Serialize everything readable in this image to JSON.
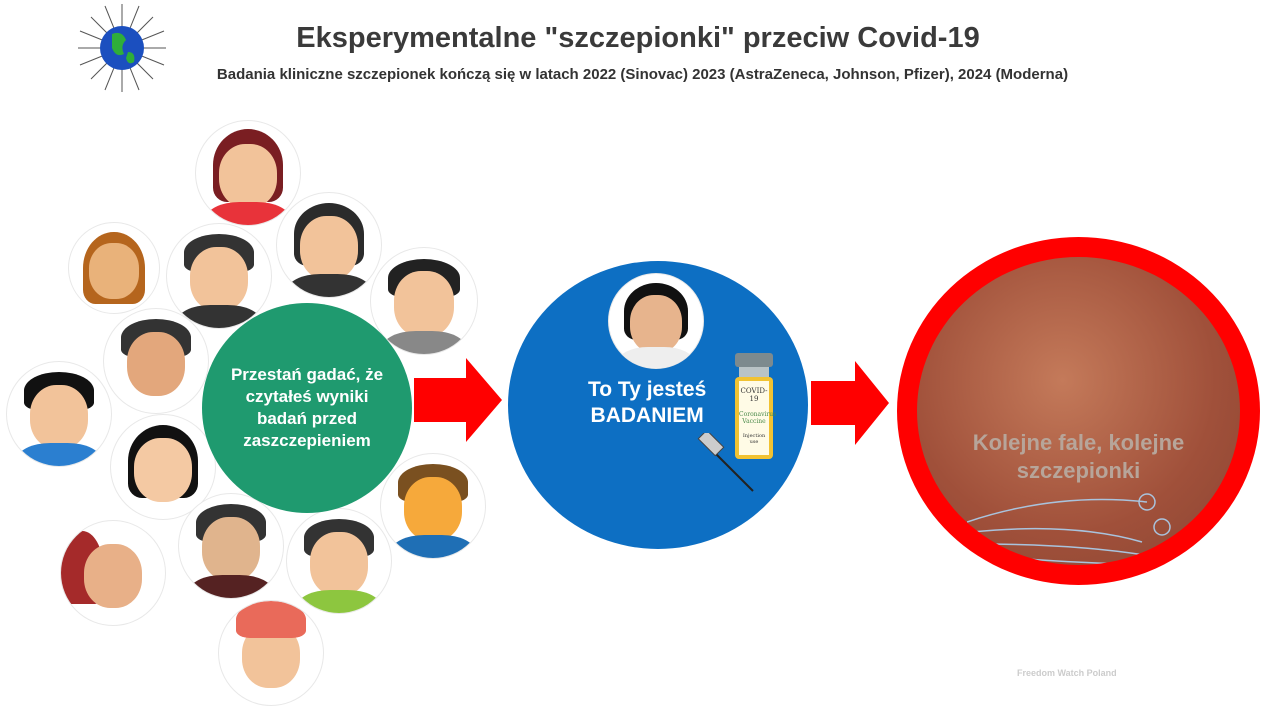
{
  "header": {
    "title": "Eksperymentalne \"szczepionki\" przeciw Covid-19",
    "subtitle": "Badania kliniczne szczepionek kończą się w latach 2022 (Sinovac) 2023 (AstraZeneca, Johnson, Pfizer), 2024 (Moderna)"
  },
  "green_circle": {
    "text": "Przestań gadać, że czytałeś wyniki badań przed zaszczepieniem"
  },
  "blue_circle": {
    "line1": "To Ty jesteś",
    "line2": "BADANIEM",
    "vial_label": "COVID-19",
    "vial_sub": "Coronavirus Vaccine",
    "vial_note": "Injection use"
  },
  "red_circle": {
    "text": "Kolejne fale, kolejne szczepionki"
  },
  "footer": {
    "credit": "Freedom Watch Poland"
  },
  "colors": {
    "green": "#1f9a6f",
    "blue": "#0d6fc3",
    "red": "#ff0000"
  }
}
